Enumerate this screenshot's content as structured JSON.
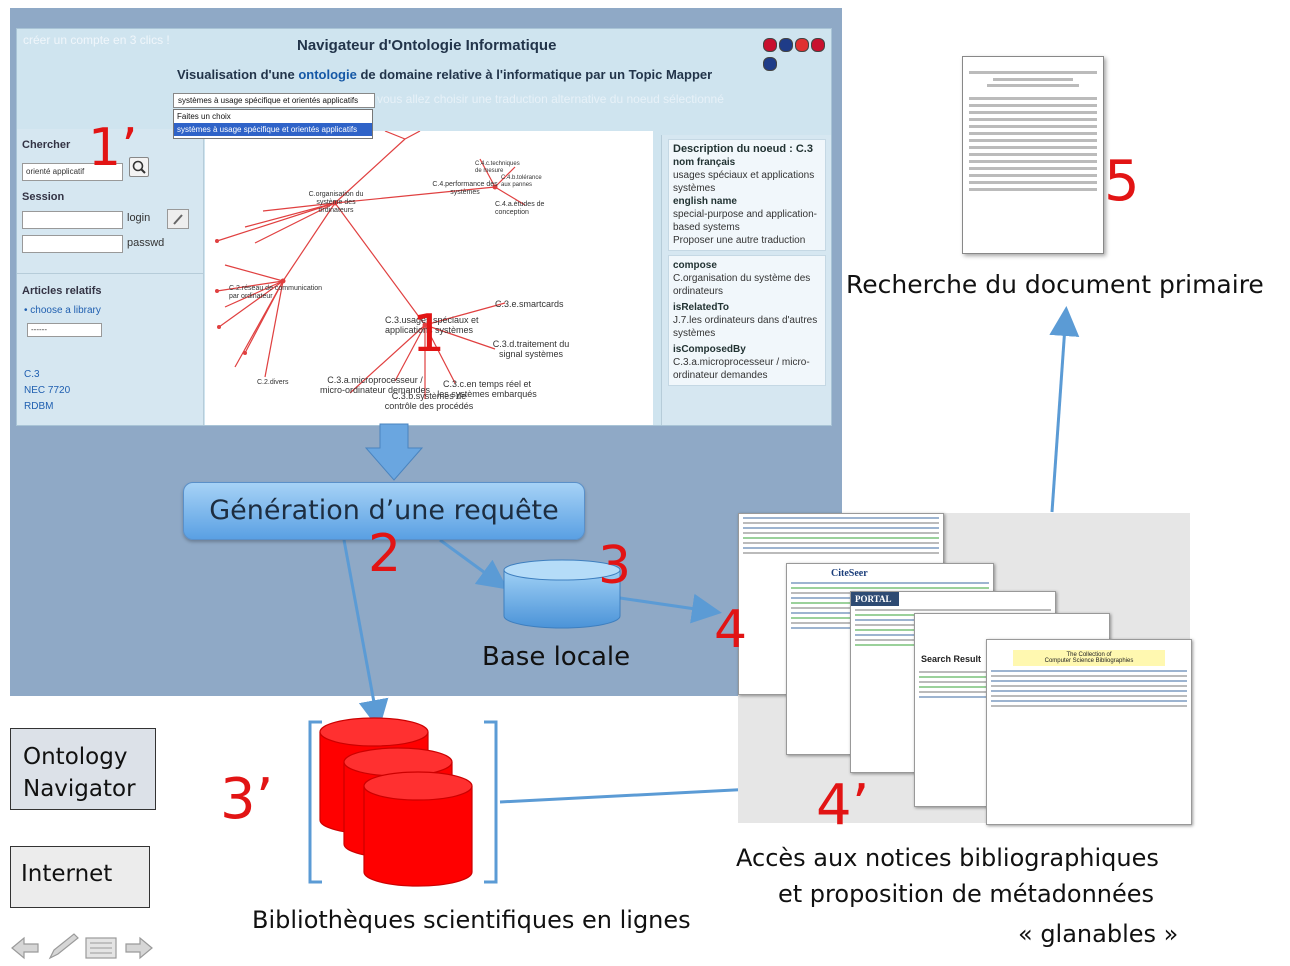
{
  "screenshot": {
    "create_account": "créer un compte en 3 clics !",
    "title": "Navigateur d'Ontologie Informatique",
    "subtitle_before": "Visualisation d'une ",
    "subtitle_highlight": "ontologie",
    "subtitle_after": " de domaine relative à l'informatique par un Topic Mapper",
    "select_value": "systèmes à usage spécifique et orientés applicatifs",
    "translation_hint": "vous allez choisir une traduction alternative du noeud sélectionné",
    "dropdown_options": [
      "Faites un choix",
      "systèmes à usage spécifique et orientés applicatifs"
    ],
    "search_label": "Chercher",
    "search_value": "orienté applicatif",
    "session_label": "Session",
    "login_label": "login",
    "passwd_label": "passwd",
    "articles_label": "Articles relatifs",
    "choose_library": "choose a library",
    "library_select": "------",
    "article_links": [
      "C.3",
      "NEC 7720",
      "RDBM"
    ],
    "graph_nodes": [
      "C.organisation du système des ordinateurs",
      "C.4.performance des systèmes",
      "C.4.c.techniques de mesure",
      "C.4.b.tolérance aux pannes",
      "C.4.a.études de conception",
      "C.2.réseau de communication par ordinateur",
      "C.3.usages spéciaux et applications systèmes",
      "C.3.e.smartcards",
      "C.3.d.traitement du signal systèmes",
      "C.3.a.microprocesseur / micro-ordinateur demandes",
      "C.3.c.en temps réel et les systèmes embarqués",
      "C.3.b.systèmes de contrôle des procédés",
      "C.2.divers"
    ],
    "description_title": "Description du noeud : C.3",
    "nom_francais_label": "nom français",
    "nom_francais": "usages spéciaux et applications systèmes",
    "english_name_label": "english name",
    "english_name": "special-purpose and application-based systems",
    "propose_translation": "Proposer une autre traduction",
    "compose_label": "compose",
    "compose_value": "C.organisation du système des ordinateurs",
    "is_related_label": "isRelatedTo",
    "is_related_value": "J.7.les ordinateurs dans d'autres systèmes",
    "is_composed_label": "isComposedBy",
    "is_composed_value": "C.3.a.microprocesseur / micro-ordinateur demandes",
    "flag_colors": [
      "#c8102e",
      "#c8102e",
      "#1f3c88",
      "#e03030",
      "#1f3c88"
    ]
  },
  "diagram": {
    "step_1prime": "1’",
    "step_1": "1",
    "generate_query": "Génération d’une requête",
    "step_2": "2",
    "step_3": "3",
    "local_db": "Base locale",
    "step_4": "4",
    "step_3prime": "3’",
    "online_libraries": "Bibliothèques scientifiques en lignes",
    "step_4prime": "4’",
    "bib_access": [
      "Accès aux notices bibliographiques",
      "et proposition de métadonnées",
      "« glanables »"
    ],
    "step_5": "5",
    "primary_doc": "Recherche du document primaire",
    "legend_ontology": [
      "Ontology",
      "Navigator"
    ],
    "legend_internet": "Internet",
    "citeseer": "CiteSeer",
    "portal": "PORTAL",
    "search_result": "Search Result",
    "collection_title": [
      "The Collection of",
      "Computer Science Bibliographies"
    ]
  },
  "colors": {
    "accent_red": "#e21414",
    "slide_blue": "#8fa9c6",
    "arrow_blue": "#5b9bd5",
    "cylinder_red": "#ff0000"
  },
  "nav_icons": [
    "previous-icon",
    "pen-icon",
    "menu-icon",
    "next-icon"
  ]
}
